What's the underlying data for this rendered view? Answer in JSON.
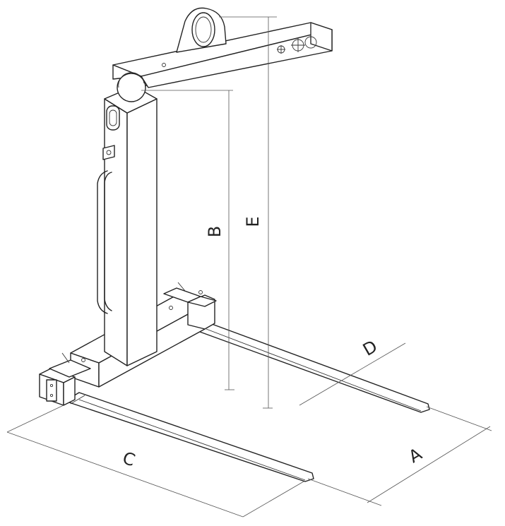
{
  "diagram": {
    "dimension_labels": {
      "a": "A",
      "b": "B",
      "c": "C",
      "d": "D",
      "e": "E"
    }
  }
}
